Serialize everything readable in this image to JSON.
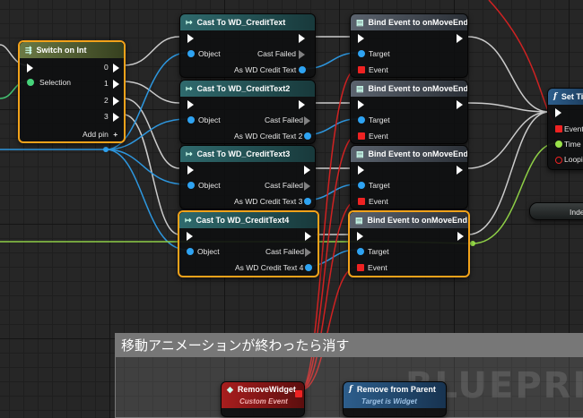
{
  "switch_node": {
    "title": "Switch on Int",
    "selection_label": "Selection",
    "outputs": [
      "0",
      "1",
      "2",
      "3"
    ],
    "add_pin_label": "Add pin",
    "add_pin_icon": "+"
  },
  "cast_nodes": [
    {
      "title": "Cast To WD_CreditText",
      "object_label": "Object",
      "cast_failed_label": "Cast Failed",
      "as_label": "As WD Credit Text"
    },
    {
      "title": "Cast To WD_CreditText2",
      "object_label": "Object",
      "cast_failed_label": "Cast Failed",
      "as_label": "As WD Credit Text 2"
    },
    {
      "title": "Cast To WD_CreditText3",
      "object_label": "Object",
      "cast_failed_label": "Cast Failed",
      "as_label": "As WD Credit Text 3"
    },
    {
      "title": "Cast To WD_CreditText4",
      "object_label": "Object",
      "cast_failed_label": "Cast Failed",
      "as_label": "As WD Credit Text 4"
    }
  ],
  "bind_nodes": [
    {
      "title": "Bind Event to onMoveEnd",
      "target_label": "Target",
      "event_label": "Event"
    },
    {
      "title": "Bind Event to onMoveEnd",
      "target_label": "Target",
      "event_label": "Event"
    },
    {
      "title": "Bind Event to onMoveEnd",
      "target_label": "Target",
      "event_label": "Event"
    },
    {
      "title": "Bind Event to onMoveEnd",
      "target_label": "Target",
      "event_label": "Event"
    }
  ],
  "set_timer_node": {
    "title": "Set Ti",
    "event_label": "Event",
    "time_label": "Time",
    "looping_label": "Loopi"
  },
  "index_node": {
    "label": "Inde"
  },
  "comment": {
    "title": "移動アニメーションが終わったら消す"
  },
  "remove_widget_node": {
    "title": "RemoveWidget",
    "subtitle": "Custom Event"
  },
  "remove_parent_node": {
    "title": "Remove from Parent",
    "subtitle": "Target is Widget"
  },
  "watermark": "BLUEPRINT",
  "colors": {
    "exec_wire": "#ffffff",
    "object_wire": "#2ea3f2",
    "delegate_wire": "#e22222",
    "int_wire": "#46d37a",
    "float_wire": "#9ae24a",
    "selection": "#f2a21a"
  }
}
